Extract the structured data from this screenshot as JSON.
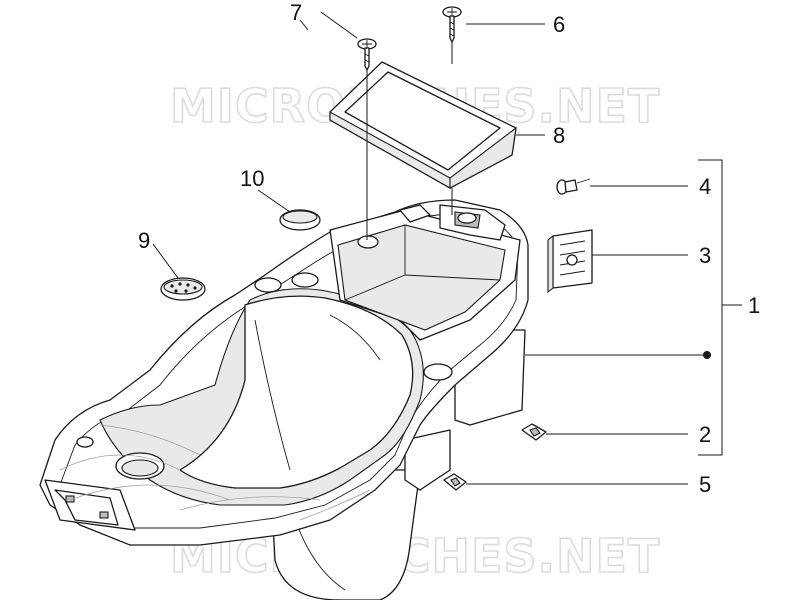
{
  "watermark": {
    "top_text": "MICROFICHES.NET",
    "bottom_text": "MICROFICHES.NET"
  },
  "callouts": [
    {
      "id": "c1",
      "label": "1"
    },
    {
      "id": "c2",
      "label": "2"
    },
    {
      "id": "c3",
      "label": "3"
    },
    {
      "id": "c4",
      "label": "4"
    },
    {
      "id": "c5",
      "label": "5"
    },
    {
      "id": "c6",
      "label": "6"
    },
    {
      "id": "c7",
      "label": "7"
    },
    {
      "id": "c8",
      "label": "8"
    },
    {
      "id": "c9",
      "label": "9"
    },
    {
      "id": "c10",
      "label": "10"
    }
  ]
}
